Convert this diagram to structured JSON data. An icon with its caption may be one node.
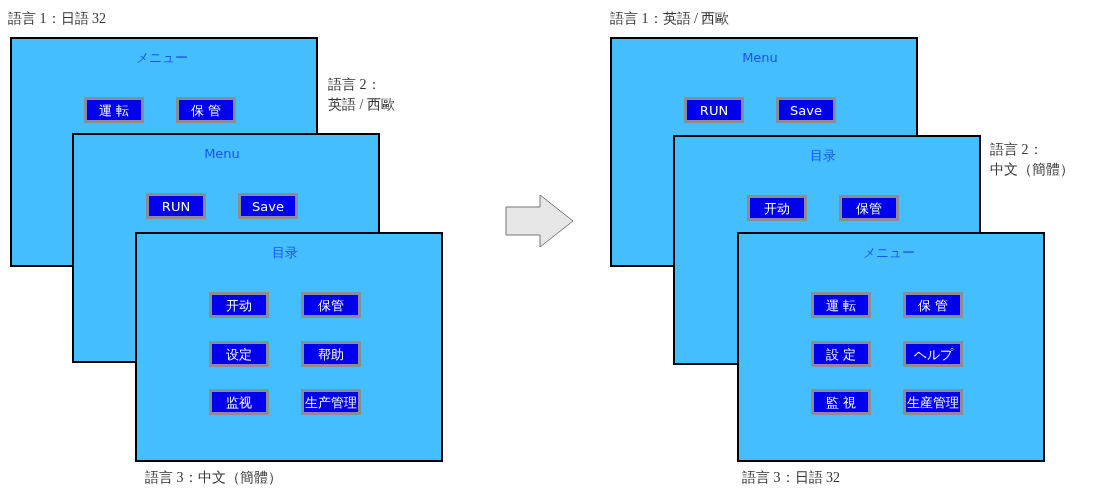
{
  "diagram": {
    "nodes": [
      {
        "text": [
          "メニュー"
        ],
        "beside": [
          "語言 1：日語 32"
        ]
      },
      {
        "text": [
          "運 転"
        ],
        "in": 0
      },
      {
        "text": [
          "保 管"
        ],
        "in": 0
      },
      {
        "text": [
          "Menu"
        ],
        "beside": [
          "語言 2：英語 / 西歐"
        ]
      },
      {
        "text": [
          "RUN"
        ]
      },
      {
        "text": [
          "Save"
        ]
      },
      {
        "text": [
          "目录"
        ],
        "beside": [
          "語言 3：中文（簡體）"
        ]
      },
      {
        "text": [
          "开动"
        ]
      },
      {
        "text": [
          "保管"
        ]
      },
      {
        "text": [
          "设定"
        ],
        "in": 6
      },
      {
        "text": [
          "帮助"
        ],
        "in": 6
      },
      {
        "text": [
          "监视"
        ],
        "in": 6
      },
      {
        "text": [
          "生产管理"
        ],
        "in": 6
      },
      {
        "text": [
          "Menu"
        ],
        "beside": [
          "語言 1：英語 / 西歐"
        ]
      },
      {
        "text": [
          "RUN"
        ],
        "in": 13
      },
      {
        "text": [
          "Save"
        ],
        "in": 13
      },
      {
        "text": [
          "目录"
        ],
        "beside": [
          "語言 2：中文（簡體）"
        ]
      },
      {
        "text": [
          "开动"
        ]
      },
      {
        "text": [
          "保管"
        ]
      },
      {
        "text": [
          "メニュー"
        ],
        "beside": [
          "語言 3：日語 32"
        ]
      },
      {
        "text": [
          "運 転"
        ]
      },
      {
        "text": [
          "保 管"
        ]
      },
      {
        "text": [
          "設 定"
        ]
      },
      {
        "text": [
          "ヘルプ"
        ]
      },
      {
        "text": [
          "監 視"
        ],
        "in": 19
      },
      {
        "text": [
          "生産管理"
        ],
        "in": 19
      }
    ],
    "edges": []
  }
}
